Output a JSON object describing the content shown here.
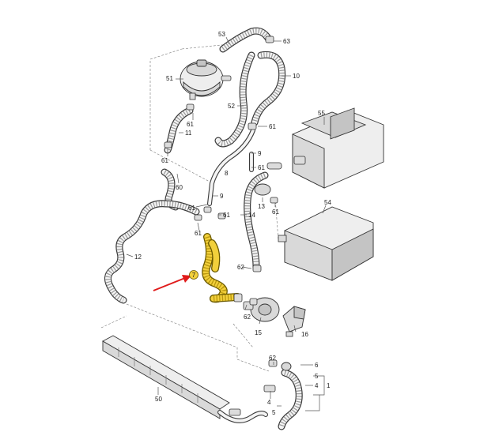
{
  "diagram": {
    "highlight_color": "#f2d03b",
    "arrow_color": "#e01b1b",
    "highlighted_part": "7",
    "labels": {
      "p1": "1",
      "p4a": "4",
      "p4b": "4",
      "p5a": "5",
      "p5b": "5",
      "p6": "6",
      "p7": "7",
      "p8": "8",
      "p9a": "9",
      "p9b": "9",
      "p10": "10",
      "p11": "11",
      "p12": "12",
      "p13": "13",
      "p14": "14",
      "p15": "15",
      "p16": "16",
      "p50": "50",
      "p51": "51",
      "p52": "52",
      "p53": "53",
      "p54": "54",
      "p55": "55",
      "p60": "60",
      "p61a": "61",
      "p61b": "61",
      "p61c": "61",
      "p61d": "61",
      "p61e": "61",
      "p61f": "61",
      "p61g": "61",
      "p61h": "61",
      "p62a": "62",
      "p62b": "62",
      "p62c": "62",
      "p63": "63"
    }
  }
}
